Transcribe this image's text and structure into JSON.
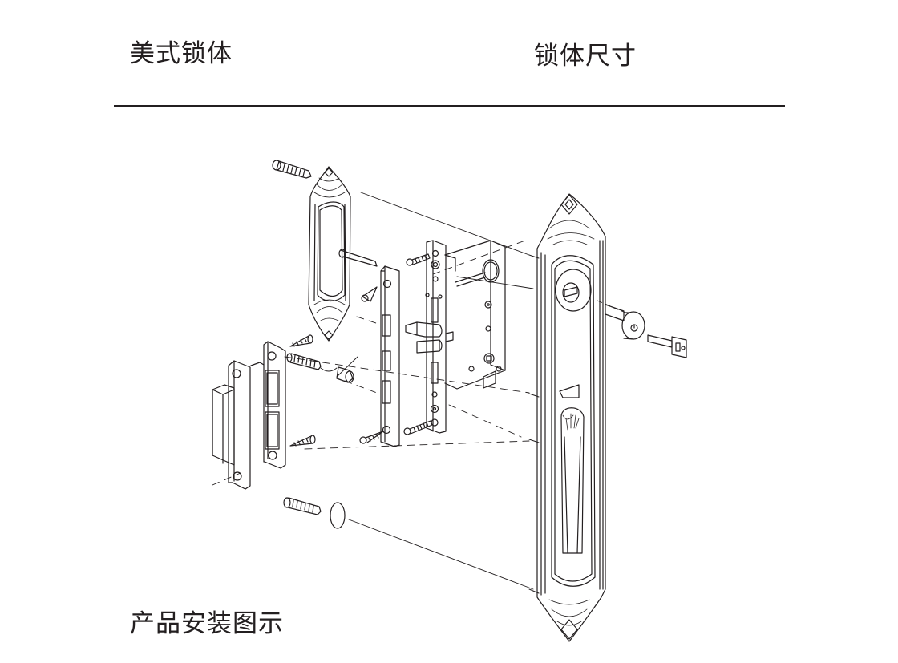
{
  "header": {
    "left_title": "美式锁体",
    "right_title": "锁体尺寸"
  },
  "footer": {
    "caption": "产品安装图示"
  },
  "diagram": {
    "type": "exploded-view",
    "subject": "mortise lock assembly",
    "parts": [
      "escutcheon-plate-inner",
      "escutcheon-plate-outer",
      "mortise-lock-body",
      "face-plate",
      "strike-plate",
      "strike-box",
      "cylinder",
      "key",
      "thumb-turn",
      "wood-screws",
      "machine-screws",
      "spindle",
      "knob-cover"
    ],
    "colors": {
      "ink": "#231f20",
      "background": "#ffffff"
    }
  }
}
